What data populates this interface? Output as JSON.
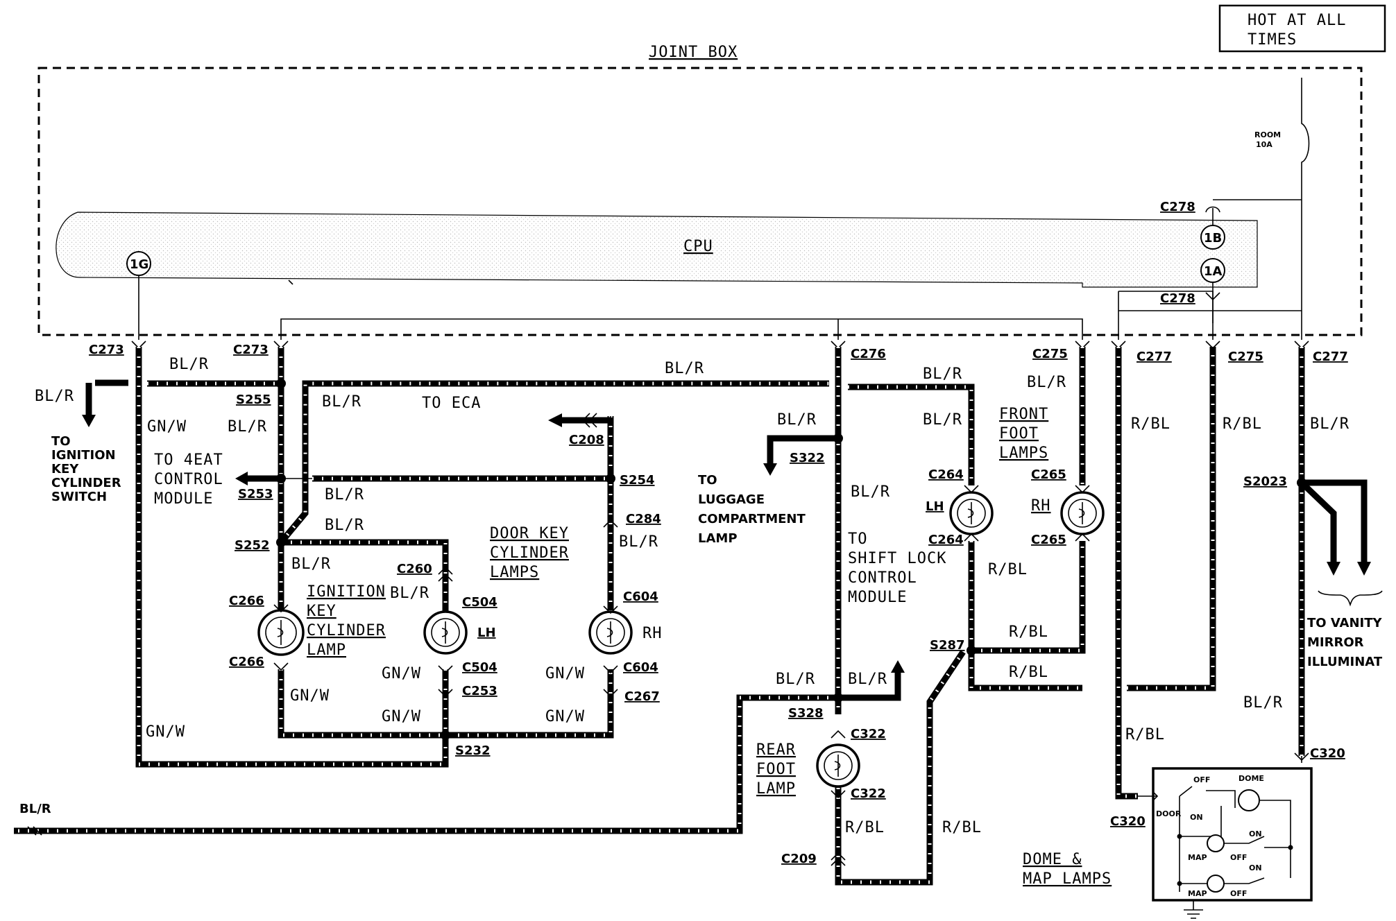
{
  "legend": {
    "line1": "HOT AT ALL",
    "line2": "TIMES"
  },
  "joint_box": {
    "title": "JOINT BOX",
    "cpu": "CPU",
    "fuse_line1": "ROOM",
    "fuse_line2": "10A"
  },
  "pins": {
    "p1g": "1G",
    "p1b": "1B",
    "p1a": "1A"
  },
  "connectors": {
    "c273": "C273",
    "c276": "C276",
    "c275": "C275",
    "c277": "C277",
    "c278": "C278",
    "c266": "C266",
    "c260": "C260",
    "c504": "C504",
    "c253": "C253",
    "c208": "C208",
    "c284": "C284",
    "c604": "C604",
    "c267": "C267",
    "c264": "C264",
    "c265": "C265",
    "c322": "C322",
    "c209": "C209",
    "c320": "C320"
  },
  "splices": {
    "s255": "S255",
    "s253": "S253",
    "s252": "S252",
    "s254": "S254",
    "s232": "S232",
    "s322": "S322",
    "s328": "S328",
    "s287": "S287",
    "s2023": "S2023"
  },
  "wires": {
    "bl_r": "BL/R",
    "gn_w": "GN/W",
    "r_bl": "R/BL"
  },
  "labels": {
    "to_ignition_1": "TO",
    "to_ignition_2": "IGNITION",
    "to_ignition_3": "KEY",
    "to_ignition_4": "CYLINDER",
    "to_ignition_5": "SWITCH",
    "to_4eat_1": "TO 4EAT",
    "to_4eat_2": "CONTROL",
    "to_4eat_3": "MODULE",
    "to_eca": "TO ECA",
    "ign_lamp_1": "IGNITION",
    "ign_lamp_2": "KEY",
    "ign_lamp_3": "CYLINDER",
    "ign_lamp_4": "LAMP",
    "door_key_1": "DOOR KEY",
    "door_key_2": "CYLINDER",
    "door_key_3": "LAMPS",
    "lh": "LH",
    "rh": "RH",
    "luggage_1": "TO",
    "luggage_2": "LUGGAGE",
    "luggage_3": "COMPARTMENT",
    "luggage_4": "LAMP",
    "shift_1": "TO",
    "shift_2": "SHIFT LOCK",
    "shift_3": "CONTROL",
    "shift_4": "MODULE",
    "front_foot_1": "FRONT",
    "front_foot_2": "FOOT",
    "front_foot_3": "LAMPS",
    "rear_foot_1": "REAR",
    "rear_foot_2": "FOOT",
    "rear_foot_3": "LAMP",
    "vanity_1": "TO VANITY",
    "vanity_2": "MIRROR",
    "vanity_3": "ILLUMINAT",
    "dome_map_1": "DOME &",
    "dome_map_2": "MAP LAMPS",
    "sw_off": "OFF",
    "sw_on": "ON",
    "sw_dome": "DOME",
    "sw_door": "DOOR",
    "sw_map": "MAP"
  }
}
